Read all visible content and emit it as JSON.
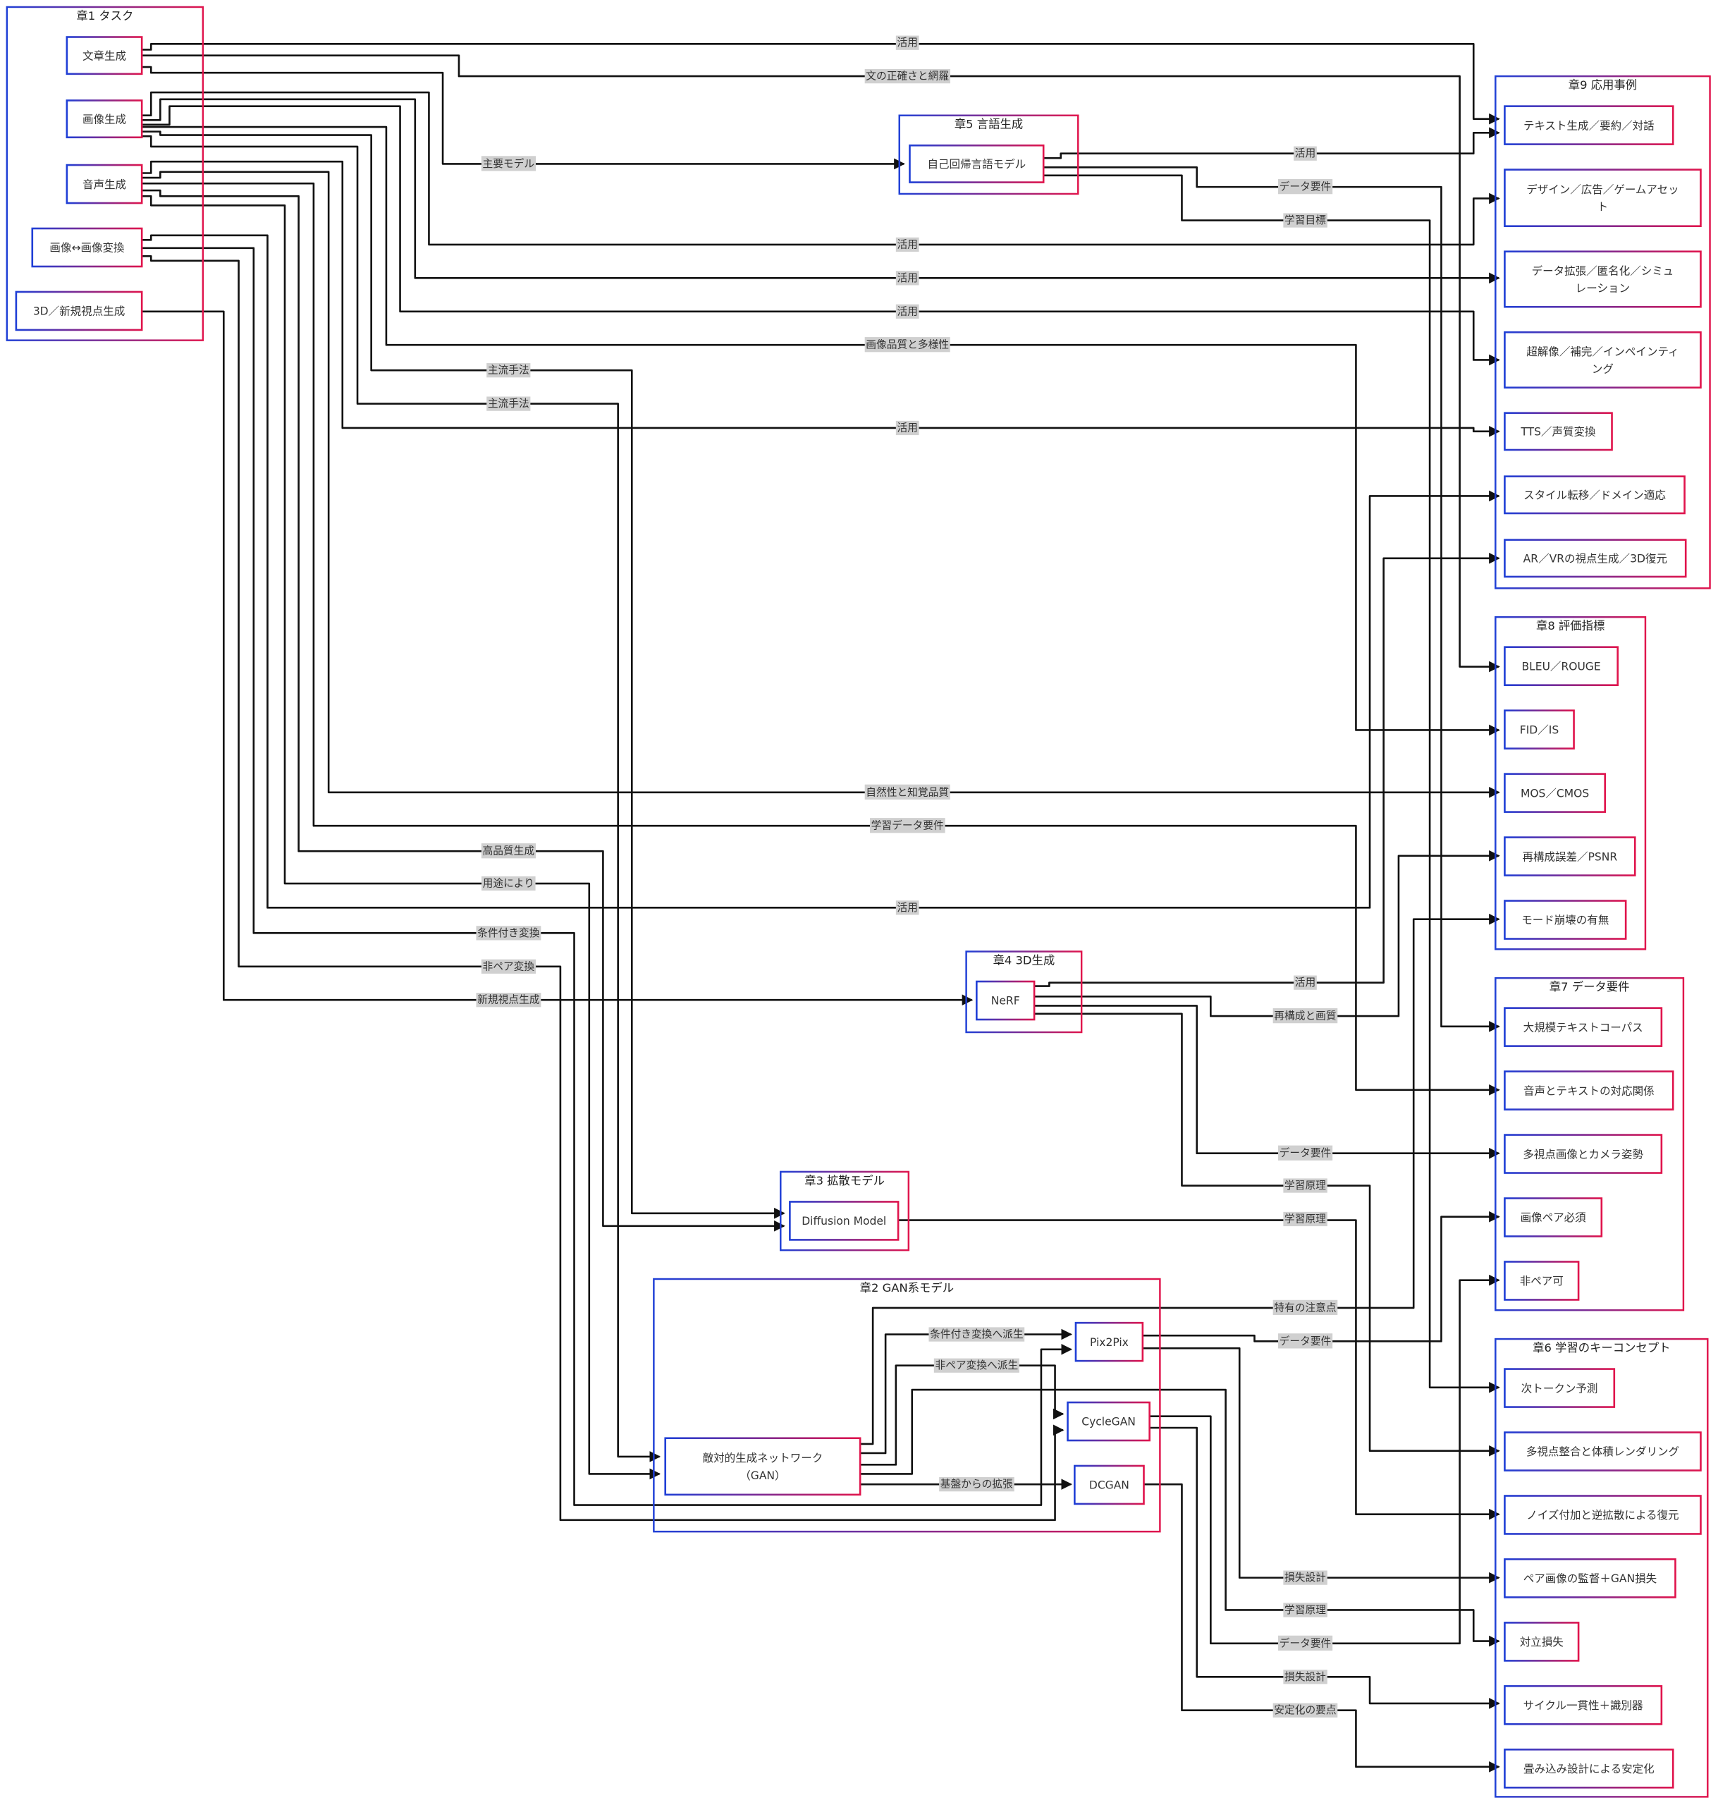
{
  "colors": {
    "border_start": "#1f3fd6",
    "border_end": "#e0144c",
    "edge": "#111111",
    "label_bg": "#d0d0d0"
  },
  "clusters": [
    {
      "title": "章1 タスク",
      "nodes": [
        [
          "文章生成"
        ],
        [
          "画像生成"
        ],
        [
          "音声生成"
        ],
        [
          "画像↔画像変換"
        ],
        [
          "3D／新規視点生成"
        ]
      ]
    },
    {
      "title": "章2 GAN系モデル",
      "nodes": [
        [
          "敵対的生成ネットワーク",
          "（GAN）"
        ],
        [
          "Pix2Pix"
        ],
        [
          "CycleGAN"
        ],
        [
          "DCGAN"
        ]
      ]
    },
    {
      "title": "章3 拡散モデル",
      "nodes": [
        [
          "Diffusion Model"
        ]
      ]
    },
    {
      "title": "章4 3D生成",
      "nodes": [
        [
          "NeRF"
        ]
      ]
    },
    {
      "title": "章5 言語生成",
      "nodes": [
        [
          "自己回帰言語モデル"
        ]
      ]
    },
    {
      "title": "章6 学習のキーコンセプト",
      "nodes": [
        [
          "次トークン予測"
        ],
        [
          "多視点整合と体積レンダリング"
        ],
        [
          "ノイズ付加と逆拡散による復元"
        ],
        [
          "ペア画像の監督＋GAN損失"
        ],
        [
          "対立損失"
        ],
        [
          "サイクル一貫性＋識別器"
        ],
        [
          "畳み込み設計による安定化"
        ]
      ]
    },
    {
      "title": "章7 データ要件",
      "nodes": [
        [
          "大規模テキストコーパス"
        ],
        [
          "音声とテキストの対応関係"
        ],
        [
          "多視点画像とカメラ姿勢"
        ],
        [
          "画像ペア必須"
        ],
        [
          "非ペア可"
        ]
      ]
    },
    {
      "title": "章8 評価指標",
      "nodes": [
        [
          "BLEU／ROUGE"
        ],
        [
          "FID／IS"
        ],
        [
          "MOS／CMOS"
        ],
        [
          "再構成誤差／PSNR"
        ],
        [
          "モード崩壊の有無"
        ]
      ]
    },
    {
      "title": "章9 応用事例",
      "nodes": [
        [
          "テキスト生成／要約／対話"
        ],
        [
          "デザイン／広告／ゲームアセッ",
          "ト"
        ],
        [
          "データ拡張／匿名化／シミュ",
          "レーション"
        ],
        [
          "超解像／補完／インペインティ",
          "ング"
        ],
        [
          "TTS／声質変換"
        ],
        [
          "スタイル転移／ドメイン適応"
        ],
        [
          "AR／VRの視点生成／3D復元"
        ]
      ]
    }
  ],
  "edges": [
    {
      "from": "文章生成",
      "to": "テキスト生成／要約／対話",
      "label": "活用"
    },
    {
      "from": "文章生成",
      "to": "BLEU／ROUGE",
      "label": "文の正確さと網羅"
    },
    {
      "from": "文章生成",
      "to": "自己回帰言語モデル",
      "label": "主要モデル"
    },
    {
      "from": "画像生成",
      "to": "デザイン／広告／ゲームアセット",
      "label": "活用"
    },
    {
      "from": "画像生成",
      "to": "データ拡張／匿名化／シミュレーション",
      "label": "活用"
    },
    {
      "from": "画像生成",
      "to": "超解像／補完／インペインティング",
      "label": "活用"
    },
    {
      "from": "画像生成",
      "to": "FID／IS",
      "label": "画像品質と多様性"
    },
    {
      "from": "画像生成",
      "to": "Diffusion Model",
      "label": "主流手法"
    },
    {
      "from": "画像生成",
      "to": "敵対的生成ネットワーク（GAN）",
      "label": "主流手法"
    },
    {
      "from": "音声生成",
      "to": "TTS／声質変換",
      "label": "活用"
    },
    {
      "from": "音声生成",
      "to": "MOS／CMOS",
      "label": "自然性と知覚品質"
    },
    {
      "from": "音声生成",
      "to": "音声とテキストの対応関係",
      "label": "学習データ要件"
    },
    {
      "from": "音声生成",
      "to": "Diffusion Model",
      "label": "高品質生成"
    },
    {
      "from": "音声生成",
      "to": "敵対的生成ネットワーク（GAN）",
      "label": "用途により"
    },
    {
      "from": "画像↔画像変換",
      "to": "スタイル転移／ドメイン適応",
      "label": "活用"
    },
    {
      "from": "画像↔画像変換",
      "to": "Pix2Pix",
      "label": "条件付き変換"
    },
    {
      "from": "画像↔画像変換",
      "to": "CycleGAN",
      "label": "非ペア変換"
    },
    {
      "from": "3D／新規視点生成",
      "to": "NeRF",
      "label": "新規視点生成"
    },
    {
      "from": "自己回帰言語モデル",
      "to": "テキスト生成／要約／対話",
      "label": "活用"
    },
    {
      "from": "自己回帰言語モデル",
      "to": "大規模テキストコーパス",
      "label": "データ要件"
    },
    {
      "from": "自己回帰言語モデル",
      "to": "次トークン予測",
      "label": "学習目標"
    },
    {
      "from": "NeRF",
      "to": "AR／VRの視点生成／3D復元",
      "label": "活用"
    },
    {
      "from": "NeRF",
      "to": "再構成誤差／PSNR",
      "label": "再構成と画質"
    },
    {
      "from": "NeRF",
      "to": "多視点画像とカメラ姿勢",
      "label": "データ要件"
    },
    {
      "from": "NeRF",
      "to": "多視点整合と体積レンダリング",
      "label": "学習原理"
    },
    {
      "from": "Diffusion Model",
      "to": "ノイズ付加と逆拡散による復元",
      "label": "学習原理"
    },
    {
      "from": "敵対的生成ネットワーク（GAN）",
      "to": "モード崩壊の有無",
      "label": "特有の注意点"
    },
    {
      "from": "敵対的生成ネットワーク（GAN）",
      "to": "Pix2Pix",
      "label": "条件付き変換へ派生"
    },
    {
      "from": "敵対的生成ネットワーク（GAN）",
      "to": "CycleGAN",
      "label": "非ペア変換へ派生"
    },
    {
      "from": "敵対的生成ネットワーク（GAN）",
      "to": "対立損失",
      "label": "学習原理"
    },
    {
      "from": "敵対的生成ネットワーク（GAN）",
      "to": "DCGAN",
      "label": "基盤からの拡張"
    },
    {
      "from": "Pix2Pix",
      "to": "画像ペア必須",
      "label": "データ要件"
    },
    {
      "from": "Pix2Pix",
      "to": "ペア画像の監督＋GAN損失",
      "label": "損失設計"
    },
    {
      "from": "CycleGAN",
      "to": "非ペア可",
      "label": "データ要件"
    },
    {
      "from": "CycleGAN",
      "to": "サイクル一貫性＋識別器",
      "label": "損失設計"
    },
    {
      "from": "DCGAN",
      "to": "畳み込み設計による安定化",
      "label": "安定化の要点"
    }
  ]
}
